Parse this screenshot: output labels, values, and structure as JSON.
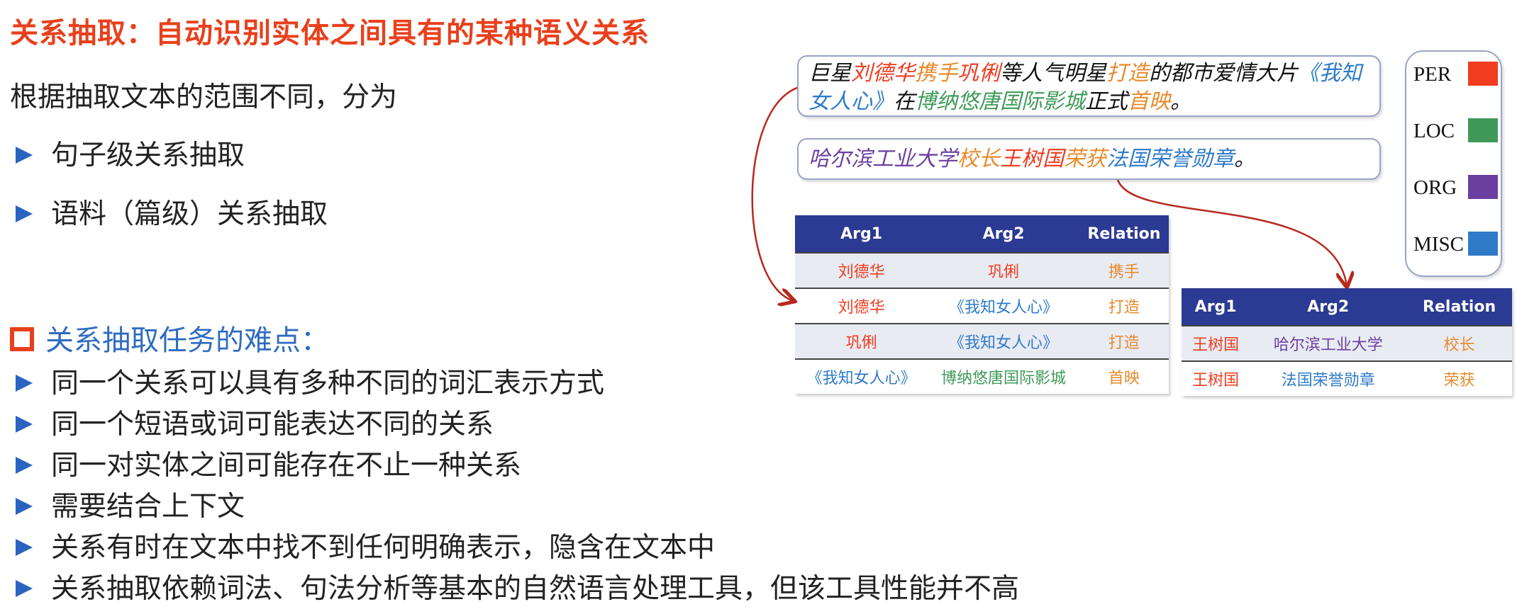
{
  "title": "关系抽取：自动识别实体之间具有的某种语义关系",
  "intro": "根据抽取文本的范围不同，分为",
  "scope_items": [
    "句子级关系抽取",
    "语料（篇级）关系抽取"
  ],
  "difficulty_heading": "关系抽取任务的难点：",
  "difficulties": [
    "同一个关系可以具有多种不同的词汇表示方式",
    "同一个短语或词可能表达不同的关系",
    "同一对实体之间可能存在不止一种关系",
    "需要结合上下文",
    "关系有时在文本中找不到任何明确表示，隐含在文本中",
    "关系抽取依赖词法、句法分析等基本的自然语言处理工具，但该工具性能并不高"
  ],
  "colors": {
    "PER": "#f03c1f",
    "LOC": "#3f9a5a",
    "ORG": "#6a3fa0",
    "MISC": "#2f7bc8",
    "REL": "#e88a2c",
    "O": "#111111",
    "header": "#2b3a92",
    "arrow": "#b8281e"
  },
  "legend": [
    {
      "label": "PER",
      "type": "PER"
    },
    {
      "label": "LOC",
      "type": "LOC"
    },
    {
      "label": "ORG",
      "type": "ORG"
    },
    {
      "label": "MISC",
      "type": "MISC"
    }
  ],
  "sentences": [
    [
      [
        "巨星",
        "O"
      ],
      [
        "刘德华",
        "PER"
      ],
      [
        "携手",
        "REL"
      ],
      [
        "巩俐",
        "PER"
      ],
      [
        "等人气明星",
        "O"
      ],
      [
        "打造",
        "REL"
      ],
      [
        "的都市爱情大片",
        "O"
      ],
      [
        "《我知女人心》",
        "MISC"
      ],
      [
        "在",
        "O"
      ],
      [
        "博纳悠唐国际影城",
        "LOC"
      ],
      [
        "正式",
        "O"
      ],
      [
        "首映",
        "REL"
      ],
      [
        "。",
        "O"
      ]
    ],
    [
      [
        "哈尔滨工业大学",
        "ORG"
      ],
      [
        "校长",
        "REL"
      ],
      [
        "王树国",
        "PER"
      ],
      [
        "荣获",
        "REL"
      ],
      [
        "法国荣誉勋章",
        "MISC"
      ],
      [
        "。",
        "O"
      ]
    ]
  ],
  "tables": [
    {
      "headers": [
        "Arg1",
        "Arg2",
        "Relation"
      ],
      "rows": [
        [
          [
            "刘德华",
            "PER"
          ],
          [
            "巩俐",
            "PER"
          ],
          [
            "携手",
            "REL"
          ]
        ],
        [
          [
            "刘德华",
            "PER"
          ],
          [
            "《我知女人心》",
            "MISC"
          ],
          [
            "打造",
            "REL"
          ]
        ],
        [
          [
            "巩俐",
            "PER"
          ],
          [
            "《我知女人心》",
            "MISC"
          ],
          [
            "打造",
            "REL"
          ]
        ],
        [
          [
            "《我知女人心》",
            "MISC"
          ],
          [
            "博纳悠唐国际影城",
            "LOC"
          ],
          [
            "首映",
            "REL"
          ]
        ]
      ]
    },
    {
      "headers": [
        "Arg1",
        "Arg2",
        "Relation"
      ],
      "rows": [
        [
          [
            "王树国",
            "PER"
          ],
          [
            "哈尔滨工业大学",
            "ORG"
          ],
          [
            "校长",
            "REL"
          ]
        ],
        [
          [
            "王树国",
            "PER"
          ],
          [
            "法国荣誉勋章",
            "MISC"
          ],
          [
            "荣获",
            "REL"
          ]
        ]
      ]
    }
  ]
}
